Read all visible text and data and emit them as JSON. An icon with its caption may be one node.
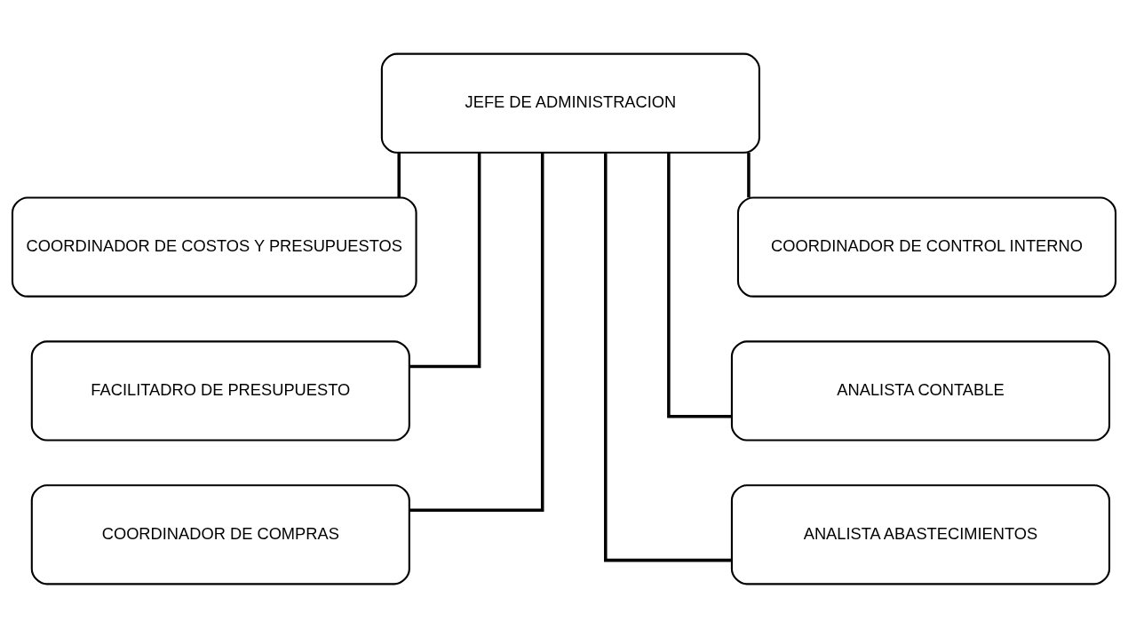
{
  "diagram": {
    "nodes": [
      {
        "text": [
          "JEFE DE ADMINISTRACION"
        ]
      },
      {
        "text": [
          "COORDINADOR DE COSTOS Y PRESUPUESTOS"
        ]
      },
      {
        "text": [
          "COORDINADOR DE CONTROL INTERNO"
        ]
      },
      {
        "text": [
          "FACILITADRO DE PRESUPUESTO"
        ]
      },
      {
        "text": [
          "ANALISTA CONTABLE"
        ]
      },
      {
        "text": [
          "COORDINADOR DE COMPRAS"
        ]
      },
      {
        "text": [
          "ANALISTA ABASTECIMIENTOS"
        ]
      }
    ],
    "edges": [
      {
        "from": 0,
        "to": 1,
        "arrow": "none"
      },
      {
        "from": 0,
        "to": 2,
        "arrow": "none"
      },
      {
        "from": 0,
        "to": 3,
        "arrow": "none"
      },
      {
        "from": 0,
        "to": 4,
        "arrow": "none"
      },
      {
        "from": 0,
        "to": 5,
        "arrow": "none"
      },
      {
        "from": 0,
        "to": 6,
        "arrow": "none"
      }
    ]
  }
}
